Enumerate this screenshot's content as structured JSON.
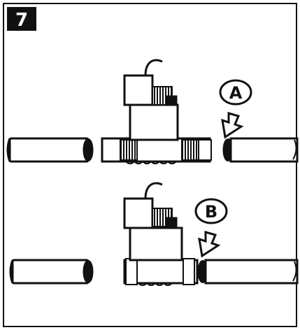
{
  "step": {
    "number": "7"
  },
  "callouts": [
    {
      "id": "a",
      "label": "A"
    },
    {
      "id": "b",
      "label": "B"
    }
  ],
  "colors": {
    "ink": "#111111",
    "paper": "#ffffff",
    "badge": "#111111"
  }
}
